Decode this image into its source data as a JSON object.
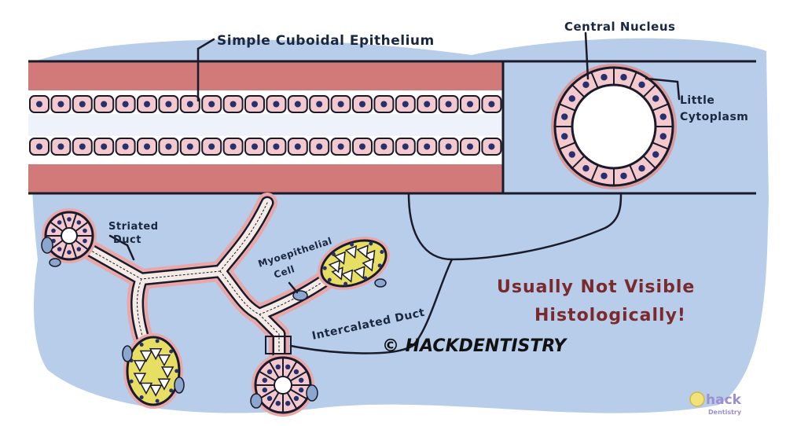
{
  "labels": {
    "simple_cuboidal": "Simple Cuboidal Epithelium",
    "central_nucleus": "Central Nucleus",
    "little_cytoplasm_1": "Little",
    "little_cytoplasm_2": "Cytoplasm",
    "striated_duct_1": "Striated",
    "striated_duct_2": "Duct",
    "myoepithelial_1": "Myoepithelial",
    "myoepithelial_2": "Cell",
    "intercalated_duct": "Intercalated Duct"
  },
  "note": {
    "line1": "Usually Not Visible",
    "line2": "Histologically!"
  },
  "credit": "© HACKDENTISTRY",
  "logo": {
    "line1": "hack",
    "line2": "Dentistry"
  },
  "colors": {
    "background_blob": "#b7cdea",
    "stroma": "#d27a7a",
    "cell": "#f3c9cd",
    "nucleus": "#27306e",
    "outline": "#1a1a2a",
    "secretory": "#e7df63",
    "note_text": "#7a2a2c"
  }
}
